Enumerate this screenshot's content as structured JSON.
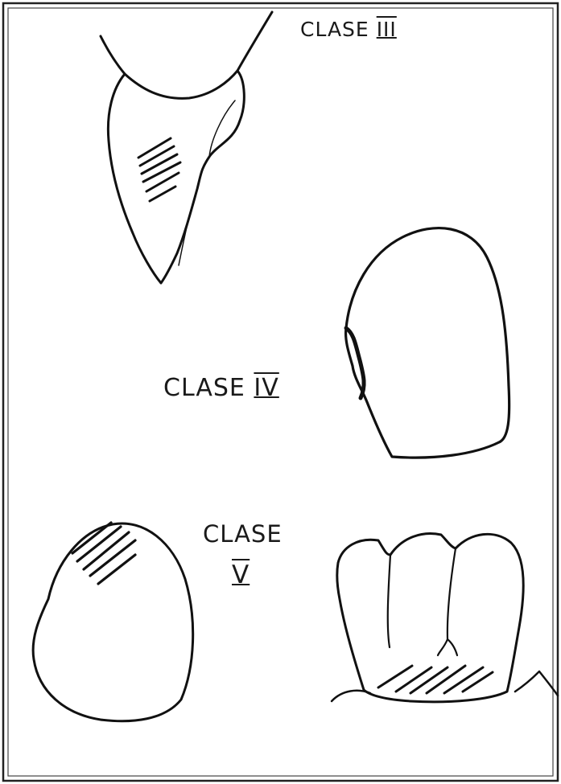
{
  "labels": {
    "class_iii": {
      "word": "CLASE",
      "numeral": "III"
    },
    "class_iv": {
      "word": "CLASE",
      "numeral": "IV"
    },
    "class_v": {
      "word": "CLASE",
      "numeral": "V"
    }
  },
  "colors": {
    "stroke": "#111111",
    "background": "#ffffff"
  }
}
